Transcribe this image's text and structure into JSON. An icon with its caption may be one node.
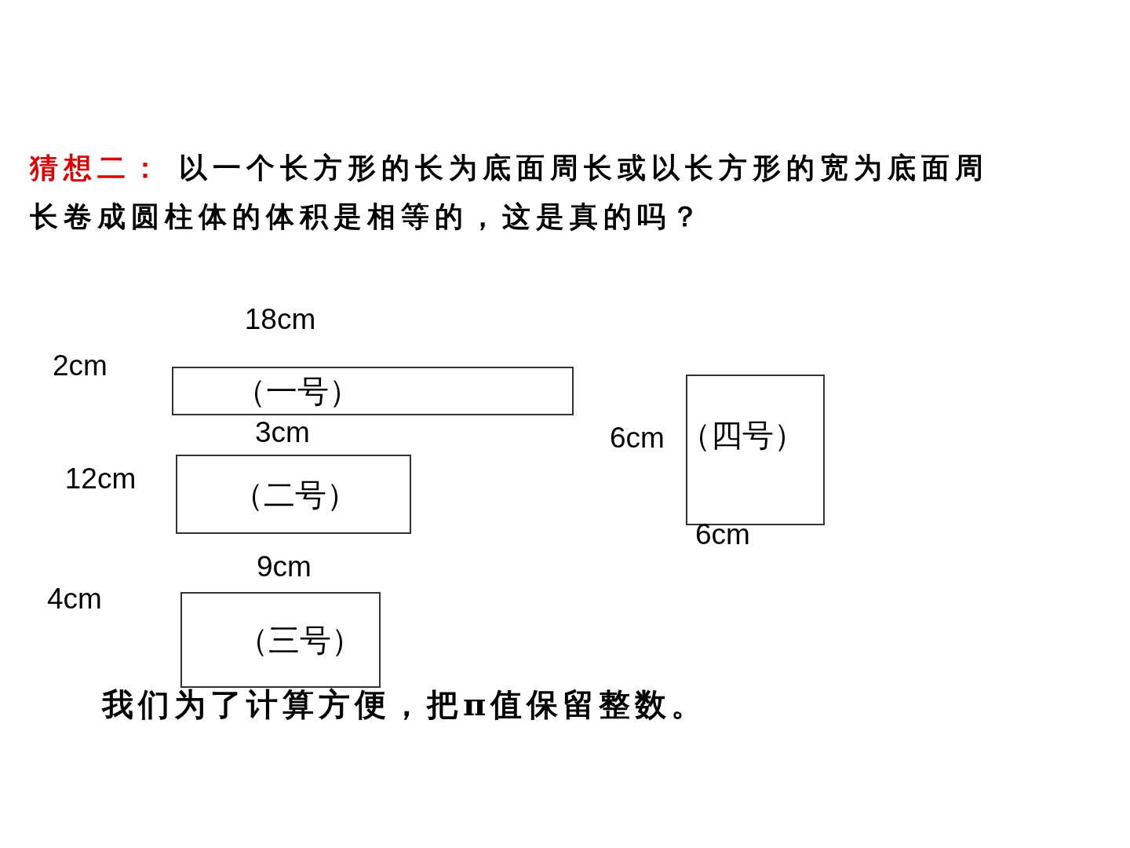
{
  "diagram": {
    "nodes": [
      {
        "text": [
          "（一号）"
        ],
        "beside": [
          "18cm",
          "2cm"
        ]
      },
      {
        "text": [
          "（二号）"
        ],
        "beside": [
          "3cm",
          "12cm"
        ]
      },
      {
        "text": [
          "（三号）"
        ],
        "beside": [
          "9cm",
          "4cm"
        ]
      },
      {
        "text": [
          "（四号）"
        ],
        "beside": [
          "6cm",
          "6cm"
        ]
      }
    ],
    "labels": [
      "猜想二：",
      "以一个长方形的长为底面周长或以长方形的宽为底面周长卷成圆柱体的体积是相等的，这是真的吗？",
      "我们为了计算方便，把π值保留整数。"
    ]
  }
}
